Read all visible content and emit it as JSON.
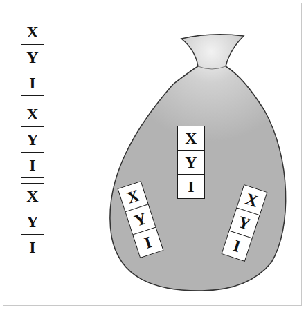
{
  "diagram": {
    "nodes": [
      {
        "text": [
          "X"
        ]
      },
      {
        "text": [
          "Y"
        ]
      },
      {
        "text": [
          "I"
        ]
      },
      {
        "text": [
          "X"
        ]
      },
      {
        "text": [
          "Y"
        ]
      },
      {
        "text": [
          "I"
        ]
      },
      {
        "text": [
          "X"
        ]
      },
      {
        "text": [
          "Y"
        ]
      },
      {
        "text": [
          "I"
        ]
      },
      {
        "text": [
          "X"
        ]
      },
      {
        "text": [
          "Y"
        ]
      },
      {
        "text": [
          "I"
        ]
      },
      {
        "text": [
          "X"
        ]
      },
      {
        "text": [
          "Y"
        ]
      },
      {
        "text": [
          "I"
        ]
      },
      {
        "text": [
          "X"
        ]
      },
      {
        "text": [
          "Y"
        ]
      },
      {
        "text": [
          "I"
        ]
      }
    ]
  }
}
